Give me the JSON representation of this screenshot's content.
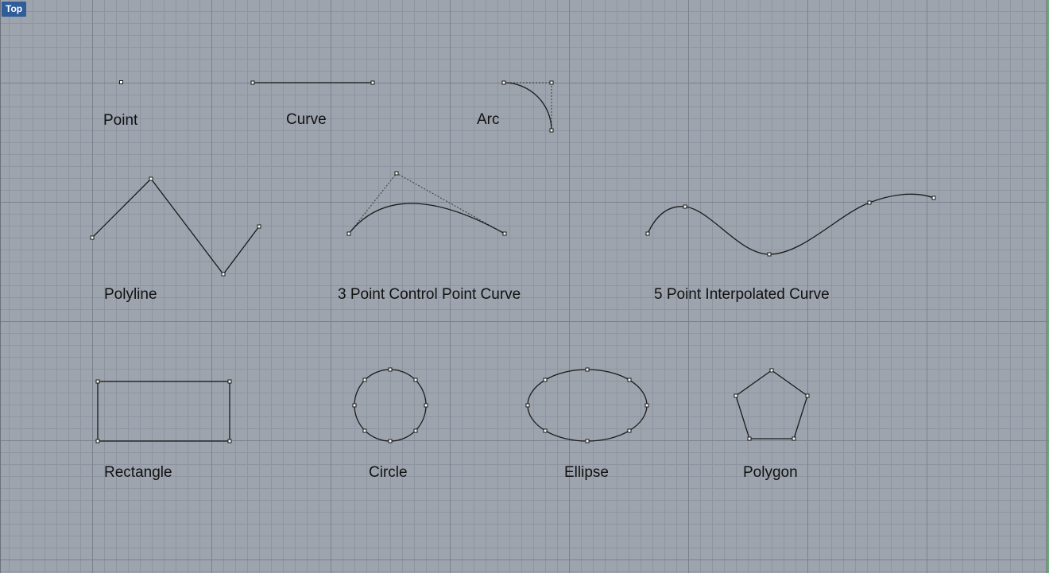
{
  "viewport": {
    "title": "Top",
    "background_color": "#9da4ae",
    "minor_grid_color": "#8e95a0",
    "major_grid_color": "#7b828e",
    "frame_color": "#4caf50"
  },
  "objects": [
    {
      "id": "point",
      "label": "Point"
    },
    {
      "id": "curve",
      "label": "Curve"
    },
    {
      "id": "arc",
      "label": "Arc"
    },
    {
      "id": "polyline",
      "label": "Polyline"
    },
    {
      "id": "control-point-curve",
      "label": "3 Point Control Point Curve"
    },
    {
      "id": "interpolated-curve",
      "label": "5 Point Interpolated Curve"
    },
    {
      "id": "rectangle",
      "label": "Rectangle"
    },
    {
      "id": "circle",
      "label": "Circle"
    },
    {
      "id": "ellipse",
      "label": "Ellipse"
    },
    {
      "id": "polygon",
      "label": "Polygon"
    }
  ]
}
